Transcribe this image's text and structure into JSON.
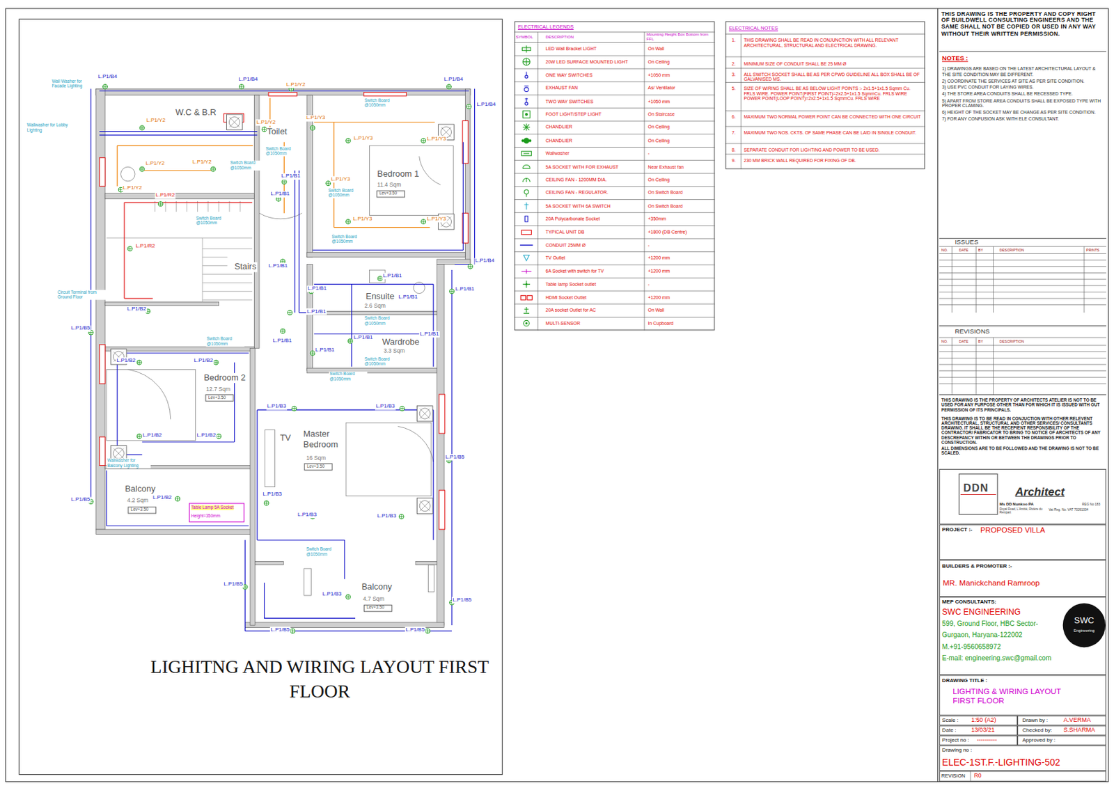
{
  "diagram": {
    "title": "LIGHITNG AND WIRING LAYOUT FIRST FLOOR",
    "nodes": [
      {
        "text": [
          "ELECTRICAL LEGENDS"
        ]
      },
      {
        "text": [
          "ELECTRICAL NOTES",
          "1.",
          "THIS DRAWING SHALL BE READ IN CONJUNCTION WITH ALL RELEVANT ARCHITECTURAL, STRUCTURAL AND ELECTRICAL DRAWING.",
          "2.",
          "MINIMUM SIZE OF CONDUIT SHALL BE 25 MM Ø",
          "3.",
          "ALL SWITCH SOCKET SHALL BE AS PER CPWD GUIDELINE ALL BOX SHALL BE OF GALVANISED MS.",
          "5.",
          "SIZE OF WIRING SHALL BE AS BELOW LIGHT POINTS :- 2x1.5+1x1.5 Sqmm Cu. FRLS WIRE. POWER POINT(FIRST POINT)=2x2.5+1x1.5 SqmmCu. FRLS WIRE POWER POINT(LOOP POINT)=2x2.5+1x1.5 SqmmCu. FRLS WIRE",
          "6.",
          "MAXIMUM TWO NORMAL POWER POINT CAN BE CONNECTED WITH ONE CIRCUIT",
          "7.",
          "MAXIMUM TWO NOS. CKTS. OF SAME PHASE CAN BE LAID IN SINGLE CONDUIT.",
          "8.",
          "SEPARATE CONDUIT FOR LIGHTING AND POWER TO BE USED.",
          "9.",
          "230 MM BRICK WALL REQUIRED FOR FIXING OF DB."
        ]
      },
      {
        "text": [
          "THIS DRAWING IS THE PROPERTY AND COPY RIGHT OF BUILDWELL CONSULTING ENGINEERS AND THE SAME SHALL NOT BE COPIED OR USED IN ANY WAY WITHOUT THEIR WRITTEN PERMISSION."
        ]
      },
      {
        "text": [
          "NOTES :",
          "1) DRAWINGS ARE BASED ON THE LATEST ARCHITECTURAL LAYOUT & THE SITE CONDITION MAY BE DIFFERENT.",
          "2) COORDINATE THE SERVICES AT SITE AS PER SITE CONDITION.",
          "3) USE PVC CONDUIT FOR LAYING WIRES.",
          "4) THE STORE AREA CONDUITS SHALL BE RECESSED TYPE.",
          "5) APART FROM STORE AREA CONDUITS SHALL BE EXPOSED TYPE WITH PROPER CLAMING.",
          "6) HEIGHT OF THE SOCKET MAY BE CHANGE AS PER SITE CONDITION.",
          "7) FOR ANY CONFUSION ASK WITH ELE CONSULTANT."
        ]
      },
      {
        "text": [
          "ISSUES",
          "NO.",
          "DATE",
          "BY",
          "DESCRIPTION",
          "PRINTS"
        ]
      },
      {
        "text": [
          "REVISIONS",
          "NO.",
          "DATE",
          "BY",
          "DESCRIPTION"
        ]
      },
      {
        "text": [
          "THIS DRAWING IS THE PROPERTY OF ARCHITECTS ATELIER IS NOT TO BE USED FOR ANY PURPOSE OTHER THAN FOR WHICH IT IS ISSUED WITH OUT PERMISSION OF ITS PRINCIPALS.",
          "THIS DRAWING IS TO BE READ IN CONJUCTION WITH OTHER RELEVENT ARCHITECTURAL, STRUCTURAL AND OTHER SERVICES/ CONSULTANTS DRAWING. IT SHALL BE THE RECEPIENT RESPONSIBILITY OF THE CONTRACTOR/ FABRICATOR TO BRING TO NOTICE OF ARCHITECTS OF ANY DESCREPANCY WITHIN OR BETWEEN THE DRAWINGS PRIOR TO CONSTRUCTION.",
          "ALL DIMENSIONS ARE TO BE FOLLOWED AND THE DRAWING IS NOT TO BE SCALED."
        ]
      },
      {
        "text": [
          "DDN",
          "Architect",
          "Ms DD Nunkoo PA",
          "REG No 183",
          "Royal Road, L'Amitié, Rivière du Rempart",
          "Vat Reg. No. VAT 70261004"
        ]
      },
      {
        "text": [
          "PROJECT :-",
          "PROPOSED VILLA"
        ]
      },
      {
        "text": [
          "BUILDERS & PROMOTER :-",
          "MR. Manickchand Ramroop"
        ]
      },
      {
        "text": [
          "MEP CONSULTANTS:",
          "SWC ENGINEERING",
          "599, Ground Floor, HBC Sector-",
          "Gurgaon, Haryana-122002",
          "M.+91-9560658972",
          "E-mail: engineering.swc@gmail.com"
        ]
      },
      {
        "text": [
          "SWC",
          "Engineering"
        ],
        "in": 10
      },
      {
        "text": [
          "DRAWING TITLE :",
          "LIGHTING & WIRING LAYOUT FIRST FLOOR"
        ]
      },
      {
        "text": [
          "Scale :",
          "1:50 (A2)"
        ]
      },
      {
        "text": [
          "Drawn by :",
          "A.VERMA"
        ]
      },
      {
        "text": [
          "Date :",
          "13/03/21"
        ]
      },
      {
        "text": [
          "Checked by:",
          "S.SHARMA"
        ]
      },
      {
        "text": [
          "Project no :",
          "----------"
        ]
      },
      {
        "text": [
          "Approved by :"
        ]
      },
      {
        "text": [
          "Drawing no :",
          "ELEC-1ST.F.-LIGHTING-502"
        ]
      },
      {
        "text": [
          "REVISION",
          "R0"
        ]
      },
      {
        "text": [
          "Table Lamp 5A Socket",
          "Height=350mm"
        ]
      },
      {
        "text": [
          "Lev+3.50"
        ]
      },
      {
        "text": [
          "Lev+3.50"
        ]
      },
      {
        "text": [
          "Lev+3.50"
        ]
      },
      {
        "text": [
          "Lev+3.50"
        ]
      },
      {
        "text": [
          "Lev+3.50"
        ]
      }
    ],
    "labels": [
      "L.P1/B4",
      "L.P1/B4",
      "L.P1/B4",
      "L.P1/B4",
      "L.P1/B4",
      "L.P1/Y2",
      "Wall Washer for Facade Lighting",
      "Wallwasher for Lobby Lighting",
      "W.C & B.R",
      "L.P1/Y2",
      "L.P1/Y2",
      "Toilet",
      "L.P1/Y3",
      "L.P1/Y3",
      "L.P1/Y3",
      "Switch Board @1050mm",
      "Switch Board @1050mm",
      "Switch Board @1050mm",
      "L.P1/Y2",
      "L.P1/Y2",
      "L.P1/Y2",
      "L.P1/B1",
      "L.P1/B1",
      "Bedroom 1",
      "11.4 Sqm",
      "L.P1/Y3",
      "L.P1/R2",
      "Switch Board @1050mm",
      "Switch Board @1050mm",
      "L.P1/Y3",
      "L.P1/Y3",
      "Switch Board @1050mm",
      "L.P1/R2",
      "Stairs",
      "L.P1/B1",
      "L.P1/B1",
      "L.P1/B1",
      "L.P1/B1",
      "Circuit Terminal from Ground Floor",
      "Ensuite",
      "L.P1/B1",
      "2.6 Sqm",
      "L.P1/B1",
      "L.P1/B2",
      "Switch Board @1050mm",
      "L.P1/B5",
      "L.P1/B1",
      "L.P1/B1",
      "Switch Board @1050mm",
      "Wardrobe",
      "L.P1/B1",
      "3.3 Sqm",
      "L.P1/B1",
      "Switch Board @1050mm",
      "L.P1/B2",
      "L.P1/B2",
      "Switch Board @1050mm",
      "Bedroom 2",
      "12.7 Sqm",
      "L.P1/B3",
      "L.P1/B3",
      "Master Bedroom",
      "TV",
      "16 Sqm",
      "L.P1/B2",
      "L.P1/B2",
      "L.P1/B5",
      "Wallwasher for Balcony Lighting",
      "Balcony",
      "4.2 Sqm",
      "L.P1/B3",
      "L.P1/B5",
      "L.P1/B2",
      "L.P1/B3",
      "L.P1/B3",
      "Switch Board @1050mm",
      "L.P1/B5",
      "Balcony",
      "L.P1/B3",
      "4.7 Sqm",
      "L.P1/B5",
      "L.P1/B5",
      "L.P1/B5",
      "SYMBOL",
      "DESCRIPTION",
      "Mounting Height Box Bottom from FFL",
      "On Wall",
      "On Ceiling",
      "+1050 mm",
      "As/ Ventilator",
      "+1050 mm",
      "On Staircase",
      "On Ceiling",
      "On Ceiling",
      "-",
      "Near Exhaust fan",
      "On Ceiling",
      "On Switch Board",
      "On Switch Board",
      "+350mm",
      "+1800 (DB Centre)",
      "-",
      "+1200 mm",
      "+1200 mm",
      "-",
      "+1200 mm",
      "On Wall",
      "In Cupboard"
    ],
    "legend": [
      {
        "text": "LED Wall Bracket LIGHT"
      },
      {
        "text": "20W LED SURFACE MOUNTED LIGHT"
      },
      {
        "text": "ONE WAY SWITCHES"
      },
      {
        "text": "EXHAUST FAN"
      },
      {
        "text": "TWO WAY SWITCHES"
      },
      {
        "text": "FOOT LIGHT/STEP LIGHT"
      },
      {
        "text": "CHANDLIER"
      },
      {
        "text": "CHANDLIER"
      },
      {
        "text": "Wallwasher"
      },
      {
        "text": "5A SOCKET WITH FOR EXHAUST"
      },
      {
        "text": "CEILING FAN - 1200MM DIA."
      },
      {
        "text": "CEILING FAN - REGULATOR."
      },
      {
        "text": "5A SOCKET WITH 6A SWITCH"
      },
      {
        "text": "20A Polycarbonate Socket"
      },
      {
        "text": "TYPICAL UNIT DB"
      },
      {
        "text": "CONDUIT 25MM Ø"
      },
      {
        "text": "TV Outlet"
      },
      {
        "text": "6A Socket with switch for TV"
      },
      {
        "text": "Table lamp Socket outlet"
      },
      {
        "text": "HDMI Socket Outlet"
      },
      {
        "text": "20A socket Outlet for AC"
      },
      {
        "text": "MULTI-SENSOR"
      }
    ]
  }
}
